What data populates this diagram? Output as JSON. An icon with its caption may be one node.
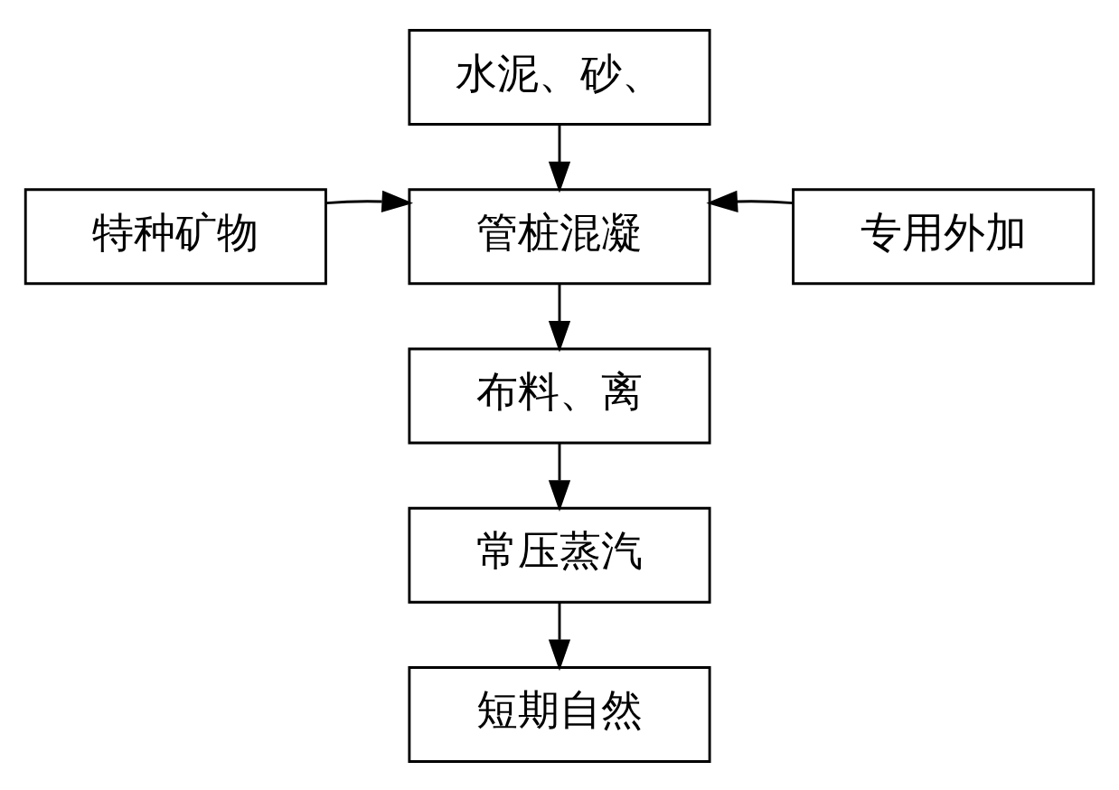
{
  "diagram": {
    "nodes": [
      {
        "text": [
          "水泥、砂、"
        ]
      },
      {
        "text": [
          "特种矿物"
        ]
      },
      {
        "text": [
          "管桩混凝"
        ]
      },
      {
        "text": [
          "专用外加"
        ]
      },
      {
        "text": [
          "布料、离"
        ]
      },
      {
        "text": [
          "常压蒸汽"
        ]
      },
      {
        "text": [
          "短期自然"
        ]
      }
    ],
    "edges": [
      {
        "from": 0,
        "to": 2,
        "arrow": "to"
      },
      {
        "from": 1,
        "to": 2,
        "arrow": "to"
      },
      {
        "from": 3,
        "to": 2,
        "arrow": "to"
      },
      {
        "from": 2,
        "to": 4,
        "arrow": "to"
      },
      {
        "from": 4,
        "to": 5,
        "arrow": "to"
      },
      {
        "from": 5,
        "to": 6,
        "arrow": "to"
      }
    ]
  }
}
